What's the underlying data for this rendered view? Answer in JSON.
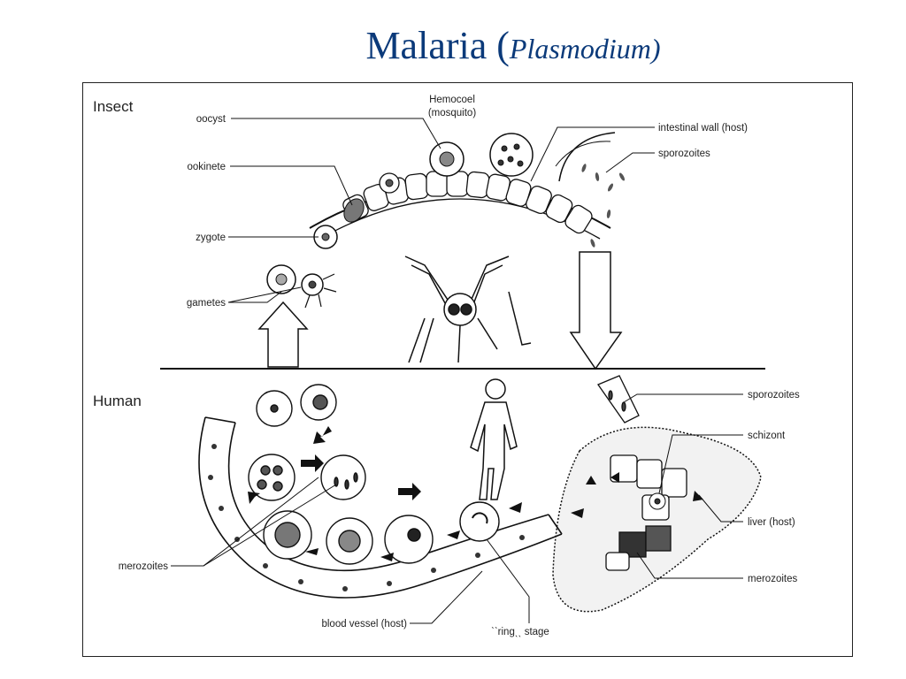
{
  "title": {
    "main": "Malaria (",
    "italic": "Plasmodium)"
  },
  "sections": {
    "insect": "Insect",
    "human": "Human"
  },
  "labels": {
    "hemocoel_line1": "Hemocoel",
    "hemocoel_line2": "(mosquito)",
    "oocyst": "oocyst",
    "ookinete": "ookinete",
    "zygote": "zygote",
    "gametes": "gametes",
    "intestinal_wall": "intestinal wall (host)",
    "sporozoites_insect": "sporozoites",
    "sporozoites_human": "sporozoites",
    "schizont": "schizont",
    "liver": "liver (host)",
    "merozoites_left": "merozoites",
    "merozoites_right": "merozoites",
    "blood_vessel": "blood vessel (host)",
    "ring_stage": "ˋˋringˎˎ stage"
  }
}
